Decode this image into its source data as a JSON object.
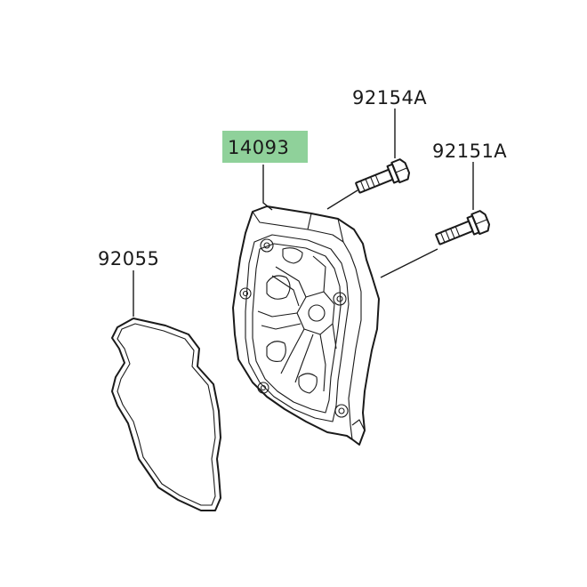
{
  "parts": [
    {
      "id": "cover",
      "number": "14093",
      "highlighted": true
    },
    {
      "id": "bolt-upper",
      "number": "92154A",
      "highlighted": false
    },
    {
      "id": "bolt-lower",
      "number": "92151A",
      "highlighted": false
    },
    {
      "id": "gasket",
      "number": "92055",
      "highlighted": false
    }
  ],
  "colors": {
    "highlight": "#8fd19a",
    "line": "#1a1a1a",
    "background": "#ffffff"
  }
}
